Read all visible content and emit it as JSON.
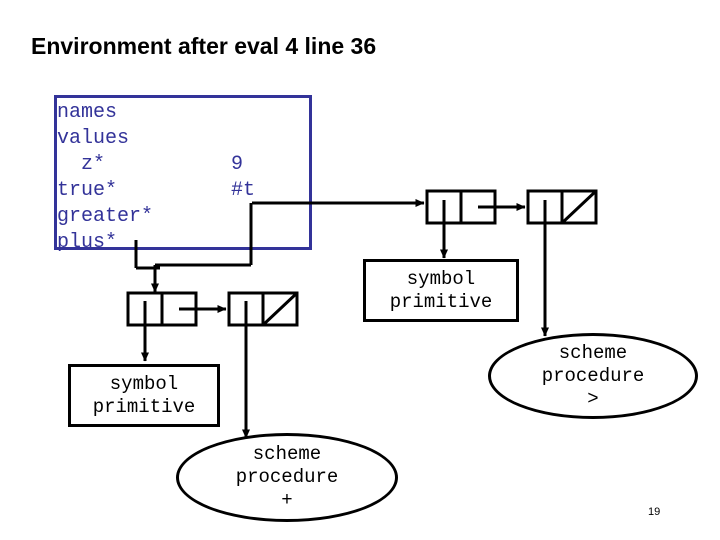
{
  "slide": {
    "title": "Environment after eval 4 line 36",
    "page_number": "19",
    "colors": {
      "frame_border": "#333399",
      "frame_text": "#333399",
      "diagram_stroke": "#000000",
      "background": "#ffffff"
    }
  },
  "environment_frame": {
    "header_lines": [
      "names",
      "values"
    ],
    "names_column": "names\nvalues\n  z*\ntrue*\ngreater*\nplus*",
    "values_column": "9\n#t",
    "bindings": [
      {
        "name": "z*",
        "value": "9"
      },
      {
        "name": "true*",
        "value": "#t"
      },
      {
        "name": "greater*",
        "value": ""
      },
      {
        "name": "plus*",
        "value": ""
      }
    ]
  },
  "cons_cells": [
    {
      "id": "greater-list-cell-1",
      "car": "pointer-down",
      "cdr": "pointer-right"
    },
    {
      "id": "greater-list-cell-2",
      "car": "pointer-down",
      "cdr": "nil-slash"
    },
    {
      "id": "plus-list-cell-1",
      "car": "pointer-down",
      "cdr": "pointer-right"
    },
    {
      "id": "plus-list-cell-2",
      "car": "pointer-down",
      "cdr": "nil-slash"
    }
  ],
  "boxes": [
    {
      "id": "symbol-primitive-right",
      "lines": [
        "symbol",
        "primitive"
      ]
    },
    {
      "id": "symbol-primitive-left",
      "lines": [
        "symbol",
        "primitive"
      ]
    }
  ],
  "ellipses": [
    {
      "id": "scheme-procedure-greater",
      "lines": [
        "scheme",
        "procedure",
        ">"
      ]
    },
    {
      "id": "scheme-procedure-plus",
      "lines": [
        "scheme",
        "procedure",
        "+"
      ]
    }
  ],
  "labels": {
    "symbol": "symbol",
    "primitive": "primitive",
    "scheme": "scheme",
    "procedure": "procedure",
    "greater_op": ">",
    "plus_op": "+"
  }
}
